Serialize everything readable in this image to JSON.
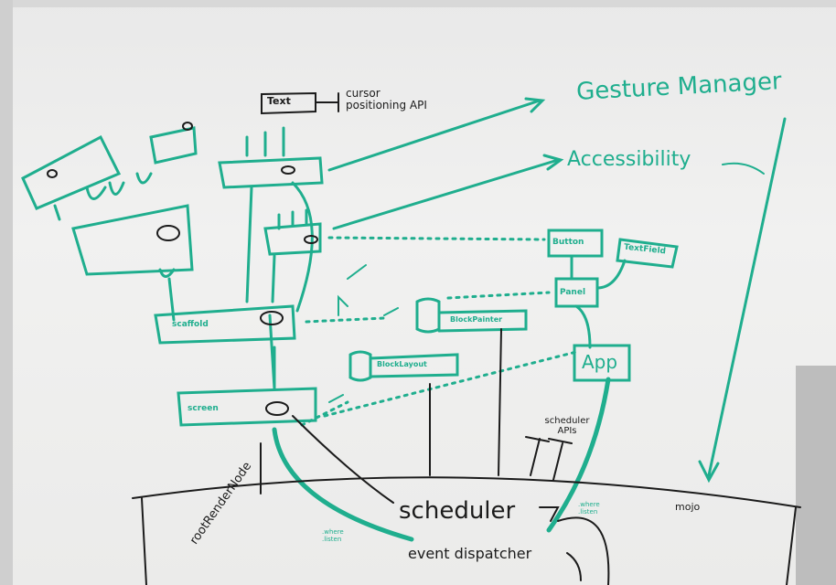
{
  "colors": {
    "marker_green": "#1fae8e",
    "marker_black": "#1b1b1b",
    "board": "#efefee"
  },
  "labels": {
    "text_widget": "Text",
    "cursor_api": "cursor positioning API",
    "gesture_manager": "Gesture Manager",
    "accessibility": "Accessibility",
    "button": "Button",
    "textfield": "TextField",
    "panel": "Panel",
    "app": "App",
    "scaffold": "scaffold",
    "screen": "screen",
    "block_painter": "BlockPainter",
    "block_layout": "BlockLayout",
    "scheduler": "scheduler",
    "scheduler_apis": "scheduler APIs",
    "mojo": "mojo",
    "event_dispatcher": "event dispatcher",
    "root_render_node": "rootRenderNode",
    "where_listen_left": ".where .listen",
    "where_listen_right": ".where .listen"
  }
}
